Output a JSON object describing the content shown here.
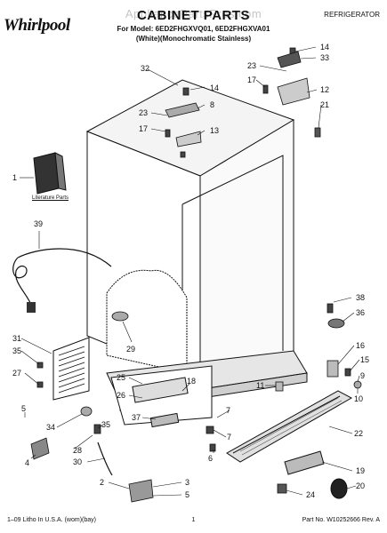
{
  "header": {
    "brand": "Whirlpool",
    "title": "CABINET PARTS",
    "watermark": "AppliancePartsPros.com",
    "category": "REFRIGERATOR",
    "model_line1": "For Model: 6ED2FHGXVQ01, 6ED2FHGXVA01",
    "model_line2": "(White)(Monochromatic Stainless)"
  },
  "literature_label": "Literature Parts",
  "callouts": [
    "32",
    "14",
    "8",
    "23",
    "17",
    "13",
    "14",
    "33",
    "23",
    "17",
    "12",
    "21",
    "1",
    "39",
    "38",
    "36",
    "29",
    "31",
    "35",
    "27",
    "16",
    "15",
    "9",
    "25",
    "18",
    "26",
    "11",
    "7",
    "10",
    "37",
    "7",
    "5",
    "34",
    "35",
    "22",
    "6",
    "28",
    "30",
    "4",
    "19",
    "20",
    "2",
    "3",
    "5",
    "24"
  ],
  "footer": {
    "left": "1–09 Litho In U.S.A. (wom)(bay)",
    "center": "1",
    "right": "Part No. W10252666 Rev. A"
  }
}
